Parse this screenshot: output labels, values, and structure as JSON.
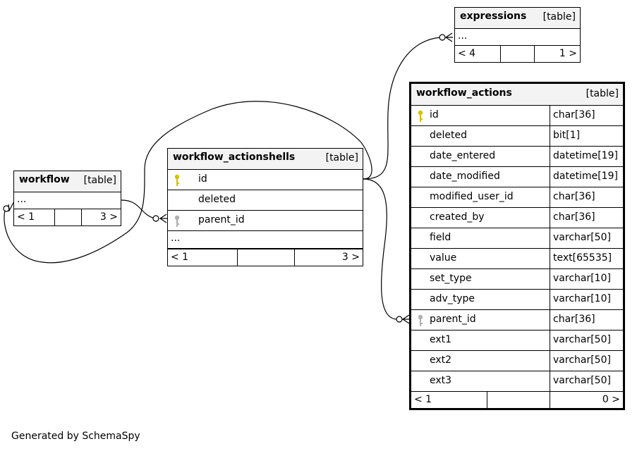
{
  "tables": {
    "expressions": {
      "name": "expressions",
      "type": "[table]",
      "columns": [],
      "more": "...",
      "footer": {
        "left": "< 4",
        "right": "1 >"
      }
    },
    "workflow_actions": {
      "name": "workflow_actions",
      "type": "[table]",
      "columns": [
        {
          "name": "id",
          "type": "char[36]",
          "key": "primary"
        },
        {
          "name": "deleted",
          "type": "bit[1]",
          "key": ""
        },
        {
          "name": "date_entered",
          "type": "datetime[19]",
          "key": ""
        },
        {
          "name": "date_modified",
          "type": "datetime[19]",
          "key": ""
        },
        {
          "name": "modified_user_id",
          "type": "char[36]",
          "key": ""
        },
        {
          "name": "created_by",
          "type": "char[36]",
          "key": ""
        },
        {
          "name": "field",
          "type": "varchar[50]",
          "key": ""
        },
        {
          "name": "value",
          "type": "text[65535]",
          "key": ""
        },
        {
          "name": "set_type",
          "type": "varchar[10]",
          "key": ""
        },
        {
          "name": "adv_type",
          "type": "varchar[10]",
          "key": ""
        },
        {
          "name": "parent_id",
          "type": "char[36]",
          "key": "foreign"
        },
        {
          "name": "ext1",
          "type": "varchar[50]",
          "key": ""
        },
        {
          "name": "ext2",
          "type": "varchar[50]",
          "key": ""
        },
        {
          "name": "ext3",
          "type": "varchar[50]",
          "key": ""
        }
      ],
      "footer": {
        "left": "< 1",
        "right": "0 >"
      }
    },
    "workflow_actionshells": {
      "name": "workflow_actionshells",
      "type": "[table]",
      "columns": [
        {
          "name": "id",
          "key": "primary"
        },
        {
          "name": "deleted",
          "key": ""
        },
        {
          "name": "parent_id",
          "key": "foreign"
        }
      ],
      "more": "...",
      "footer": {
        "left": "< 1",
        "right": "3 >"
      }
    },
    "workflow": {
      "name": "workflow",
      "type": "[table]",
      "columns": [],
      "more": "...",
      "footer": {
        "left": "< 1",
        "right": "3 >"
      }
    }
  },
  "colors": {
    "primary_key": "#d4c200",
    "foreign_key": "#b0b0b0",
    "header_bg": "#f3f3f3"
  },
  "credit": "Generated by SchemaSpy"
}
